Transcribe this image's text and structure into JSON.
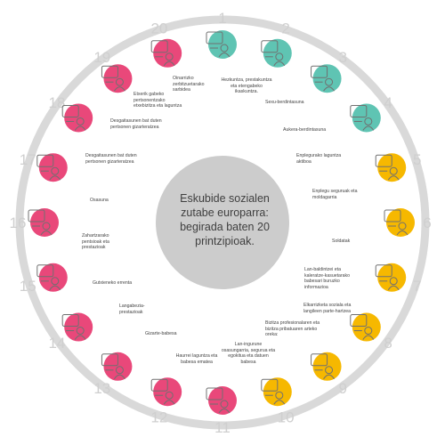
{
  "center_title": "Eskubide sozialen zutabe europarra: begirada baten 20 printzipioak.",
  "colors": {
    "ring_border": "#d9d9d9",
    "ring_fill": "#ffffff",
    "number_text": "#cfcfcf",
    "center_fill": "#cccccc",
    "teal": "#5fc4b3",
    "gold": "#f6b800",
    "pink": "#e9487a",
    "icon_stroke": "#707070"
  },
  "principles": [
    {
      "number": "1",
      "label": "Hezkuntza, prestakuntza eta etengabeko ikaskuntza.",
      "group": "teal",
      "icon": "education-icon"
    },
    {
      "number": "2",
      "label": "Sexu-berdintasuna",
      "group": "teal",
      "icon": "gender-equality-icon"
    },
    {
      "number": "3",
      "label": "Aukera-berdintasuna",
      "group": "teal",
      "icon": "equal-opportunity-icon"
    },
    {
      "number": "4",
      "label": "Enplegurako laguntza aktiboa",
      "group": "teal",
      "icon": "employment-support-icon"
    },
    {
      "number": "5",
      "label": "Enplegu seguruak eta moldagarria",
      "group": "gold",
      "icon": "secure-employment-icon"
    },
    {
      "number": "6",
      "label": "Soldatak",
      "group": "gold",
      "icon": "wages-icon"
    },
    {
      "number": "7",
      "label": "Lan-baldintzei eta kaleratze-kasuetarako babesari buruzko informazioa",
      "group": "gold",
      "icon": "information-icon"
    },
    {
      "number": "8",
      "label": "Elkarrizketa soziala eta langileen parte-hartzea",
      "group": "gold",
      "icon": "social-dialogue-icon"
    },
    {
      "number": "9",
      "label": "Bizitza profesionalaren eta bizitza pribatuaren arteko oreka:",
      "group": "gold",
      "icon": "work-life-balance-icon"
    },
    {
      "number": "10",
      "label": "Lan-ingurune osasungarria, segurua eta egokitua eta datuen babesa",
      "group": "gold",
      "icon": "safe-workplace-icon"
    },
    {
      "number": "11",
      "label": "Haurrei laguntza eta babesa ematea",
      "group": "pink",
      "icon": "child-support-icon"
    },
    {
      "number": "12",
      "label": "Gizarte-babesa",
      "group": "pink",
      "icon": "social-protection-icon"
    },
    {
      "number": "13",
      "label": "Langabezia-prestazioak",
      "group": "pink",
      "icon": "unemployment-benefits-icon"
    },
    {
      "number": "14",
      "label": "Gutxieneko errenta",
      "group": "pink",
      "icon": "minimum-income-icon"
    },
    {
      "number": "15",
      "label": "Zahartzarako pentsioak eta prestazioak",
      "group": "pink",
      "icon": "pensions-icon"
    },
    {
      "number": "16",
      "label": "Osasuna",
      "group": "pink",
      "icon": "health-icon"
    },
    {
      "number": "17",
      "label": "Desgaitasunen bat duten pertsonen gizarteratzea",
      "group": "pink",
      "icon": "disability-inclusion-icon"
    },
    {
      "number": "18",
      "label": "Desgaitasunen bat duten pertsonen gizarteratzea",
      "group": "pink",
      "icon": "long-term-care-icon"
    },
    {
      "number": "19",
      "label": "Etxerik gabeko pertsonentzako etxebizitza eta laguntza",
      "group": "pink",
      "icon": "housing-icon"
    },
    {
      "number": "20",
      "label": "Oinarrizko zerbitzuetarako sarbidea",
      "group": "pink",
      "icon": "essential-services-icon"
    }
  ]
}
